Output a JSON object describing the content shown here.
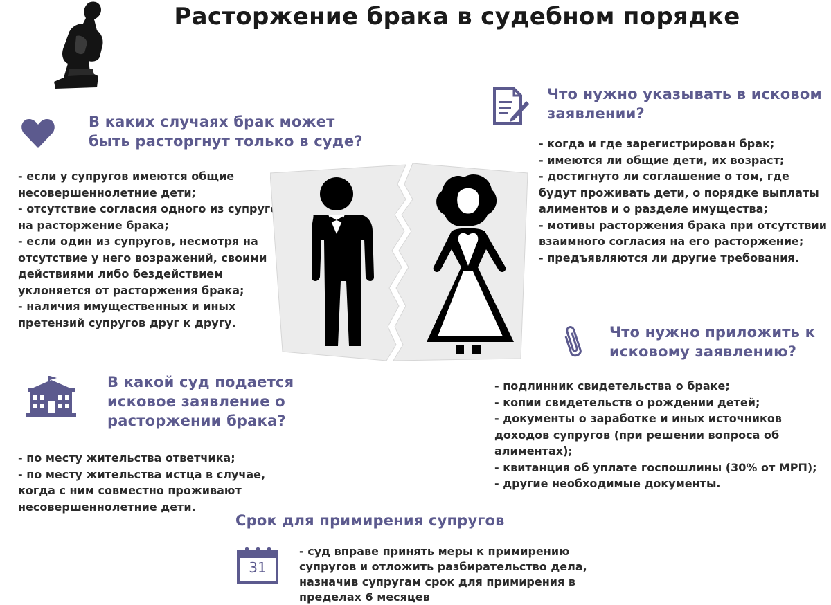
{
  "page": {
    "title": "Расторжение брака в судебном порядке",
    "accent_color": "#5c5a8e"
  },
  "icons": {
    "thinker": "thinker-statue-icon",
    "heart": "heart-icon",
    "document": "document-pen-icon",
    "court": "courthouse-icon",
    "paperclip": "paperclip-icon",
    "calendar": "calendar-icon",
    "couple": "broken-photo-bride-groom"
  },
  "sections": {
    "cases": {
      "heading": "В каких случаях брак может быть расторгнут только в суде?",
      "text": "-  если у супругов имеются общие несовершеннолетние  дети;\n- отсутствие согласия одного из супругов на расторжение брака;\n-  если один из супругов, несмотря на отсутствие у него возражений, своими действиями либо бездействием уклоняется от расторжения брака;\n-  наличия имущественных и иных претензий супругов друг к другу."
    },
    "claim": {
      "heading": "Что нужно указывать в исковом заявлении?",
      "text": "- когда и где  зарегистрирован  брак;\n- имеются ли общие дети, их возраст;\n- достигнуто ли соглашение о том, где будут проживать дети, о порядке выплаты алиментов и о разделе имущества;\n- мотивы расторжения брака при отсутствии взаимного согласия на его расторжение;\n- предъявляются ли другие требования."
    },
    "court": {
      "heading": "В какой суд подается исковое заявление о расторжении брака?",
      "text": "- по месту жительства ответчика;\n- по месту жительства истца в  случае, когда с ним совместно проживают несовершеннолетние  дети."
    },
    "attach": {
      "heading": "Что нужно приложить к исковому заявлению?",
      "text": "- подлинник  свидетельства о браке;\n- копии свидетельств о рождении детей;\n- документы о заработке  и  иных источников доходов супругов (при решении вопроса об алиментах);\n- квитанция об уплате госпошлины (30% от МРП);\n- другие необходимые документы."
    },
    "reconcile": {
      "heading": "Срок для примирения  супругов",
      "calendar_number": "31",
      "text": "- суд вправе  принять меры к примирению супругов и отложить разбирательство  дела, назначив супругам срок для примирения  в пределах 6 месяцев"
    }
  }
}
